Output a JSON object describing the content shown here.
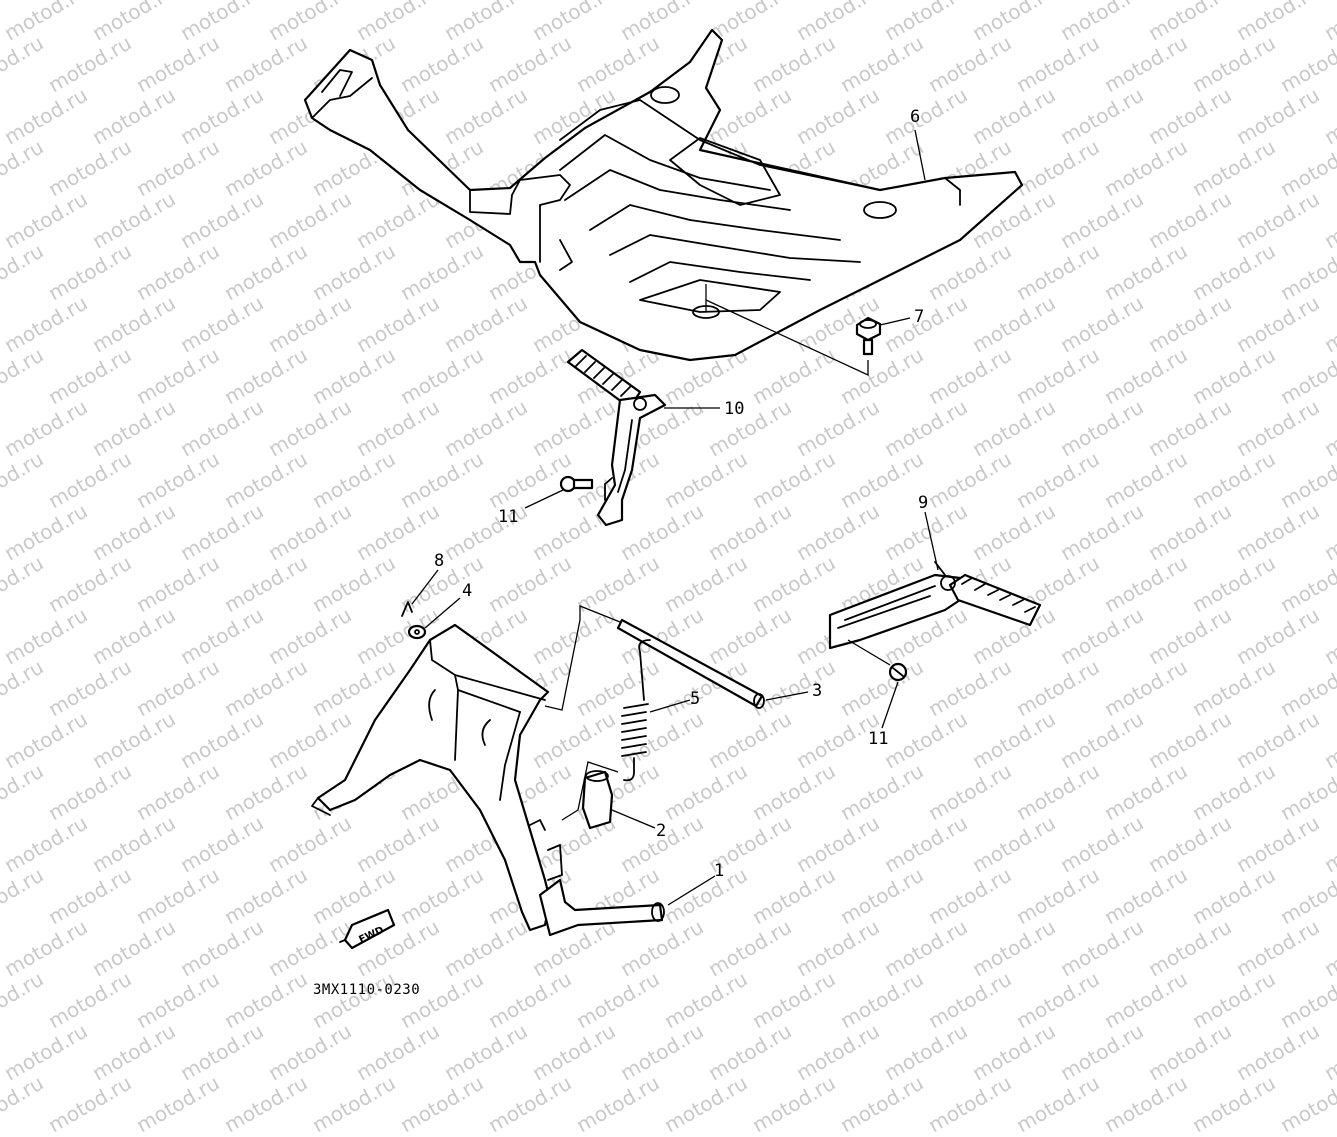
{
  "watermark": {
    "text": "motod.ru"
  },
  "fwd_label": "FWD",
  "diagram_code": "3MX1110-0230",
  "callouts": [
    {
      "id": "1",
      "text": "1"
    },
    {
      "id": "2",
      "text": "2"
    },
    {
      "id": "3",
      "text": "3"
    },
    {
      "id": "4",
      "text": "4"
    },
    {
      "id": "5",
      "text": "5"
    },
    {
      "id": "6",
      "text": "6"
    },
    {
      "id": "7",
      "text": "7"
    },
    {
      "id": "8",
      "text": "8"
    },
    {
      "id": "9",
      "text": "9"
    },
    {
      "id": "10",
      "text": "10"
    },
    {
      "id": "11a",
      "text": "11"
    },
    {
      "id": "11b",
      "text": "11"
    }
  ]
}
